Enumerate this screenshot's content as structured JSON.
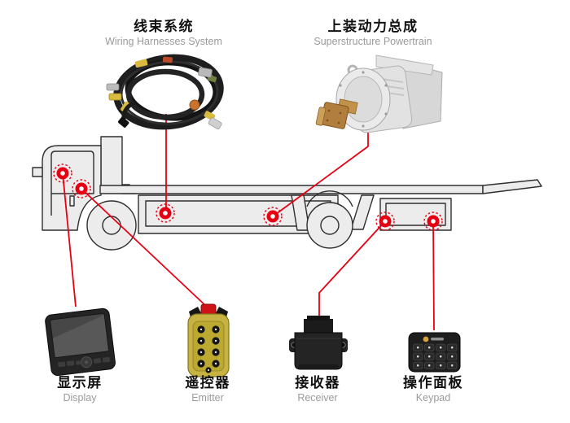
{
  "components": {
    "harness": {
      "zh": "线束系统",
      "en": "Wiring Harnesses System"
    },
    "powertrain": {
      "zh": "上装动力总成",
      "en": "Superstructure Powertrain"
    },
    "display": {
      "zh": "显示屏",
      "en": "Display"
    },
    "emitter": {
      "zh": "遥控器",
      "en": "Emitter"
    },
    "receiver": {
      "zh": "接收器",
      "en": "Receiver"
    },
    "keypad": {
      "zh": "操作面板",
      "en": "Keypad"
    }
  },
  "colors": {
    "accent_red": "#e60012",
    "truck_fill": "#ececec",
    "truck_stroke": "#2f2f2f",
    "label_gray": "#9a9a9a",
    "text_dark": "#111111"
  }
}
